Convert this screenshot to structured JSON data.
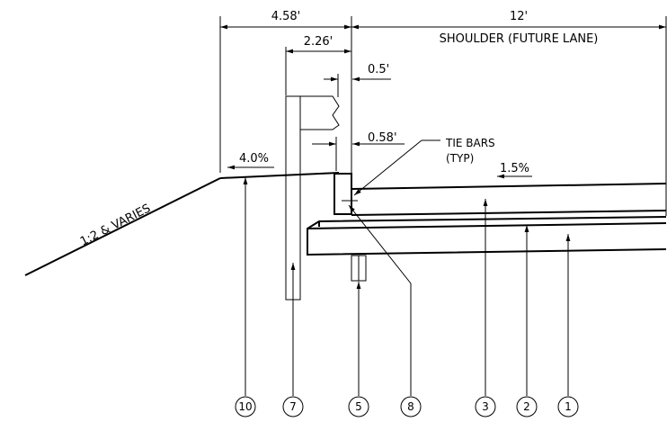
{
  "dimensions": {
    "total_left": "4.58'",
    "shoulder_width": "12'",
    "curb_width": "2.26'",
    "offset_top": "0.5'",
    "offset_bottom": "0.58'"
  },
  "labels": {
    "shoulder": "SHOULDER (FUTURE LANE)",
    "tie_bars_line1": "TIE BARS",
    "tie_bars_line2": "(TYP)",
    "slope_left": "4.0%",
    "slope_right": "1.5%",
    "side_slope": "1:2 & VARIES"
  },
  "callouts": [
    "10",
    "7",
    "5",
    "8",
    "3",
    "2",
    "1"
  ]
}
